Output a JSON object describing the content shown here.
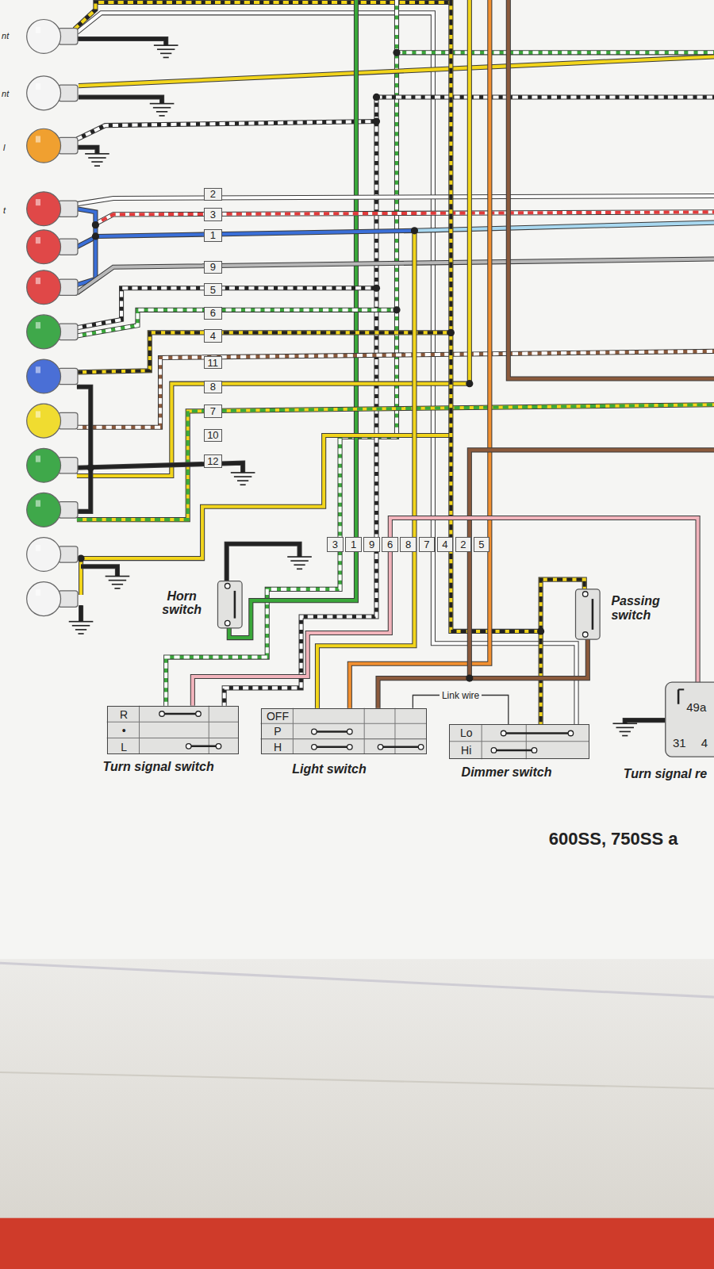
{
  "diagram": {
    "nodes": [
      {
        "text": [
          "2"
        ]
      },
      {
        "text": [
          "3"
        ]
      },
      {
        "text": [
          "1"
        ]
      },
      {
        "text": [
          "9"
        ]
      },
      {
        "text": [
          "5"
        ]
      },
      {
        "text": [
          "6"
        ]
      },
      {
        "text": [
          "4"
        ]
      },
      {
        "text": [
          "11"
        ]
      },
      {
        "text": [
          "8"
        ]
      },
      {
        "text": [
          "7"
        ]
      },
      {
        "text": [
          "10"
        ]
      },
      {
        "text": [
          "12"
        ]
      },
      {
        "text": [
          "3"
        ]
      },
      {
        "text": [
          "1"
        ]
      },
      {
        "text": [
          "9"
        ]
      },
      {
        "text": [
          "6"
        ]
      },
      {
        "text": [
          "8"
        ]
      },
      {
        "text": [
          "7"
        ]
      },
      {
        "text": [
          "4"
        ]
      },
      {
        "text": [
          "2"
        ]
      },
      {
        "text": [
          "5"
        ]
      },
      {
        "text": [
          "Horn switch"
        ]
      },
      {
        "text": [
          "Passing switch"
        ]
      },
      {
        "text": [
          "R",
          "•",
          "L",
          "Turn signal switch"
        ]
      },
      {
        "text": [
          "OFF",
          "P",
          "H",
          "Light switch"
        ]
      },
      {
        "text": [
          "Lo",
          "Hi",
          "Dimmer switch"
        ]
      },
      {
        "text": [
          "49a",
          "31",
          "4",
          "Turn signal re"
        ]
      }
    ],
    "edges": [
      {
        "from": 24,
        "to": 25,
        "arrow": "none",
        "label": "Link wire"
      }
    ],
    "labels": [
      "nt",
      "nt",
      "l",
      "t",
      "600SS, 750SS a"
    ]
  }
}
